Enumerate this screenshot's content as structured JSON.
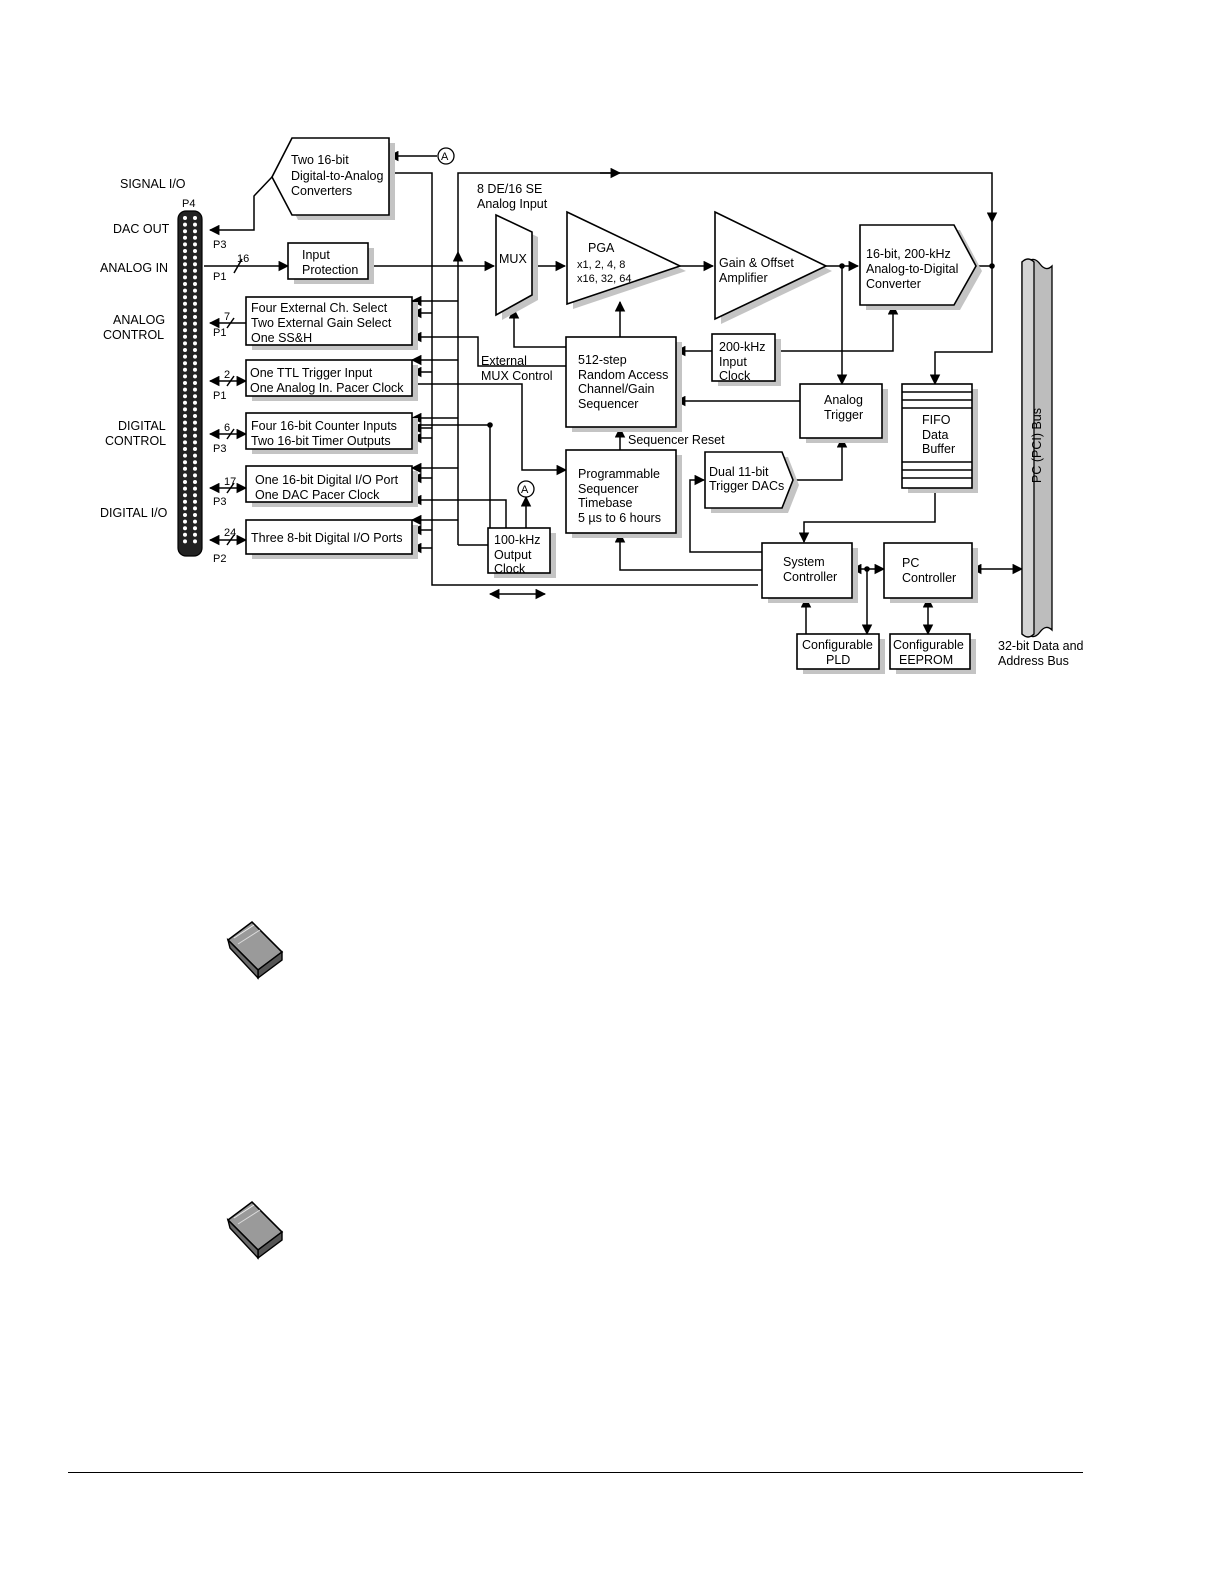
{
  "blocks": {
    "dac": [
      "Two 16-bit",
      "Digital-to-Analog",
      "Converters"
    ],
    "input_protection": [
      "Input",
      "Protection"
    ],
    "analog_control_box": [
      "Four External Ch. Select",
      "Two External Gain Select",
      "One SS&H"
    ],
    "trigger_box": [
      "One TTL Trigger Input",
      "One Analog In. Pacer Clock"
    ],
    "counter_box": [
      "Four 16-bit Counter Inputs",
      "Two 16-bit Timer Outputs"
    ],
    "dio_box": [
      "One 16-bit Digital I/O Port",
      "One DAC Pacer Clock"
    ],
    "dio8_box": [
      "Three 8-bit Digital I/O Ports"
    ],
    "output_clock": [
      "100-kHz",
      "Output",
      "Clock"
    ],
    "mux": "MUX",
    "analog_input_label": [
      "8 DE/16 SE",
      "Analog Input"
    ],
    "pga": [
      "PGA",
      "x1, 2, 4, 8",
      "x16, 32, 64"
    ],
    "gain_offset": [
      "Gain & Offset",
      "Amplifier"
    ],
    "adc": [
      "16-bit, 200-kHz",
      "Analog-to-Digital",
      "Converter"
    ],
    "sequencer": [
      "512-step",
      "Random Access",
      "Channel/Gain",
      "Sequencer"
    ],
    "input_clock": [
      "200-kHz",
      "Input",
      "Clock"
    ],
    "analog_trigger": [
      "Analog",
      "Trigger"
    ],
    "fifo": [
      "FIFO",
      "Data",
      "Buffer"
    ],
    "timebase": [
      "Programmable",
      "Sequencer",
      "Timebase",
      "5 µs to 6 hours"
    ],
    "trigger_dacs": [
      "Dual 11-bit",
      "Trigger DACs"
    ],
    "system_controller": [
      "System",
      "Controller"
    ],
    "pc_controller": [
      "PC",
      "Controller"
    ],
    "pld": [
      "Configurable",
      "PLD"
    ],
    "eeprom": [
      "Configurable",
      "EEPROM"
    ],
    "ext_mux": [
      "External",
      "MUX Control"
    ],
    "seq_reset": "Sequencer Reset",
    "bus": "PC (PCI) Bus",
    "bus_caption": [
      "32-bit Data and",
      "Address Bus"
    ],
    "connector": "A"
  },
  "left_labels": {
    "signal_io": "SIGNAL I/O",
    "dac_out": "DAC OUT",
    "analog_in": "ANALOG IN",
    "analog_control": [
      "ANALOG",
      "CONTROL"
    ],
    "digital_control": [
      "DIGITAL",
      "CONTROL"
    ],
    "digital_io": "DIGITAL I/O"
  },
  "ports": {
    "p4": "P4",
    "p3a": "P3",
    "p1a": "P1",
    "p1b": "P1",
    "p1c": "P1",
    "p3b": "P3",
    "p3c": "P3",
    "p2": "P2"
  },
  "line_counts": {
    "analog_in": "16",
    "analog_control": "7",
    "trigger": "2",
    "counter": "6",
    "dio": "17",
    "dio8": "24"
  }
}
